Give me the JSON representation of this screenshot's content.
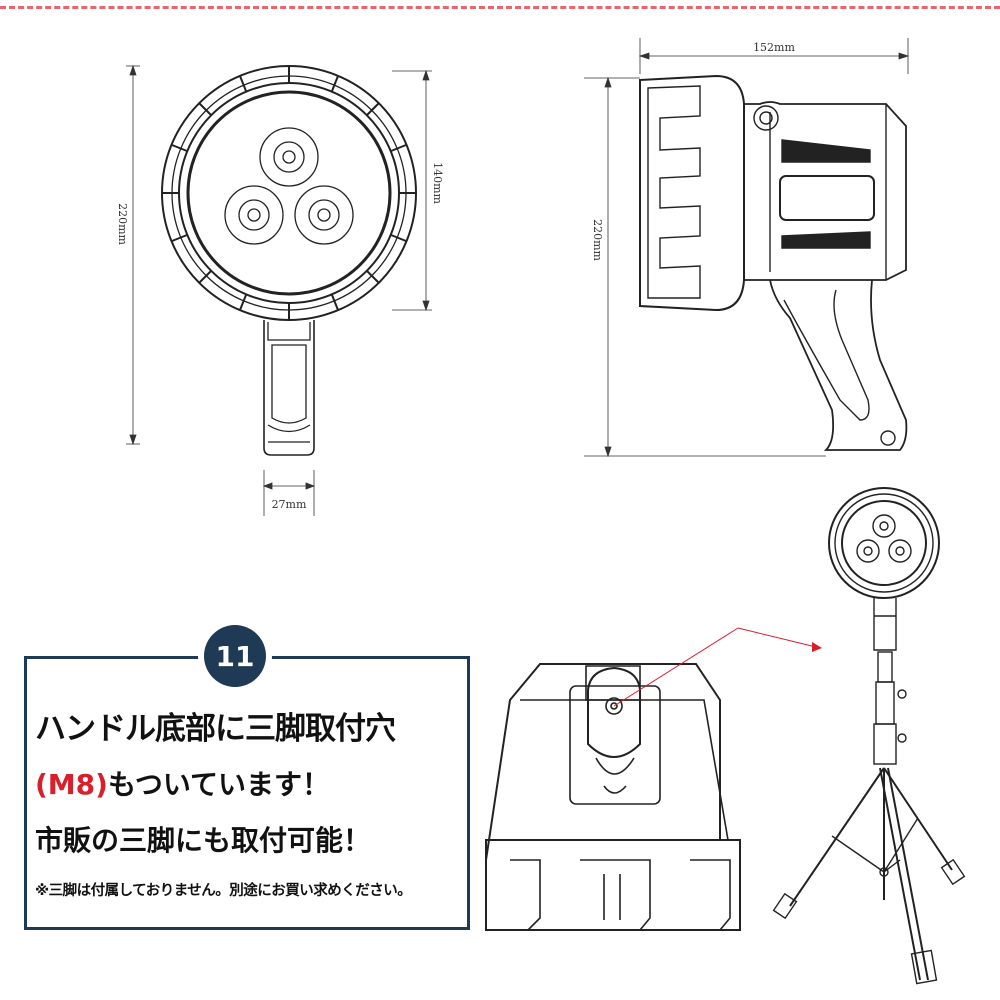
{
  "dimensions": {
    "front_height": "220mm",
    "head_diameter": "140mm",
    "handle_width": "27mm",
    "side_length": "152mm",
    "side_height": "220mm"
  },
  "badge": {
    "number": "11"
  },
  "info": {
    "line1": "ハンドル底部に三脚取付穴",
    "line2_highlight": "(M8)",
    "line2_rest": "もついています！",
    "line3": "市販の三脚にも取付可能！",
    "note": "※三脚は付属しておりません。別途にお買い求めください。"
  },
  "colors": {
    "accent_red": "#d81f2a",
    "navy": "#1e3a55",
    "dash": "#e8646e"
  }
}
